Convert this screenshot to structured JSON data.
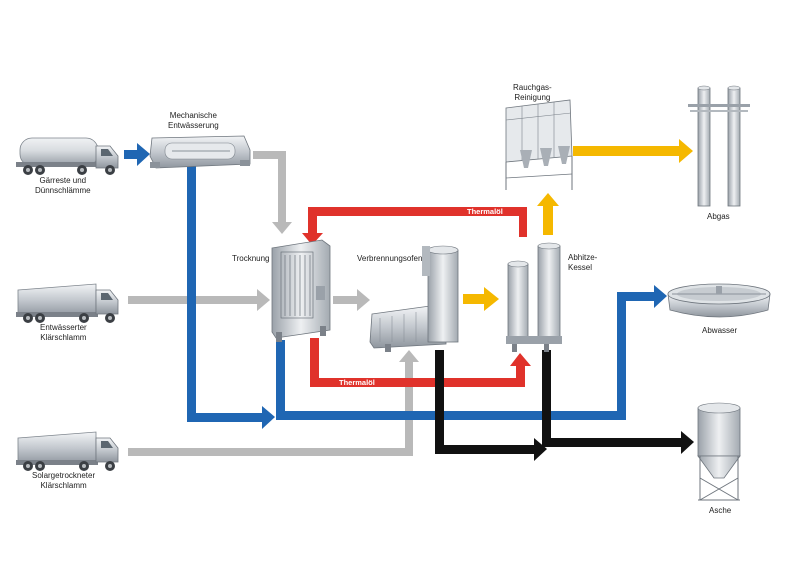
{
  "labels": {
    "source_1": [
      "Gärreste und",
      "Dünnschlämme"
    ],
    "source_2": [
      "Entwässerter",
      "Klärschlamm"
    ],
    "source_3": [
      "Solargetrockneter",
      "Klärschlamm"
    ],
    "mech_dewatering": [
      "Mechanische",
      "Entwässerung"
    ],
    "drying": "Trocknung",
    "incinerator": "Verbrennungsofen",
    "boiler": [
      "Abhitze-",
      "Kessel"
    ],
    "flue_gas_cleaning": [
      "Rauchgas-",
      "Reinigung"
    ],
    "exhaust": "Abgas",
    "wastewater": "Abwasser",
    "ash": "Asche",
    "thermal_oil_top": "Thermalöl",
    "thermal_oil_bottom": "Thermalöl"
  },
  "colors": {
    "sludge_flow": "#b9b9b9",
    "water_flow": "#1f66b3",
    "thermal_oil": "#e0322b",
    "flue_gas": "#f5b800",
    "ash_flow": "#111111",
    "equipment": "#c9cdd2"
  }
}
